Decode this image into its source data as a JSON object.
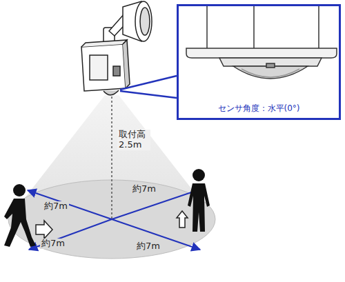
{
  "diagram": {
    "nodes": [
      {
        "text": [
          "センサ角度：水平(0°)"
        ]
      }
    ],
    "labels": [
      "取付高 2.5m",
      "約7m",
      "約7m",
      "約7m",
      "約7m"
    ]
  }
}
